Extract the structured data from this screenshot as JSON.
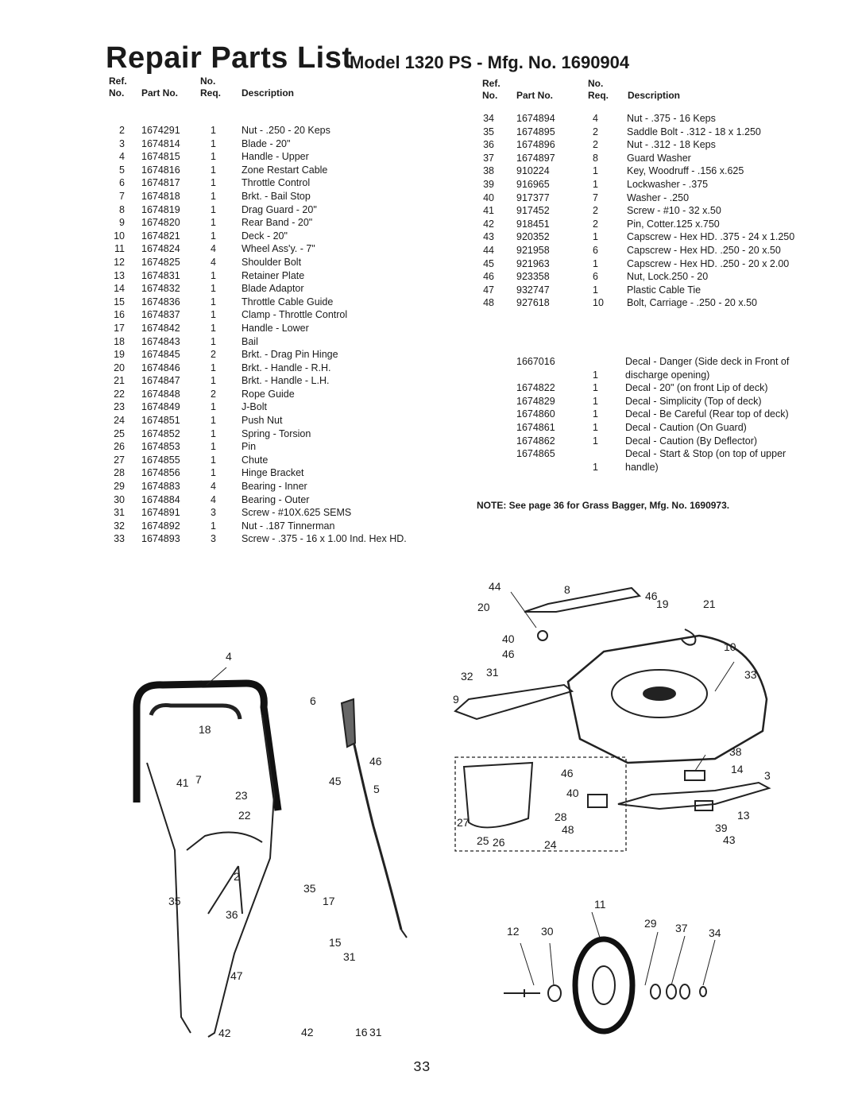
{
  "header": {
    "title": "Repair Parts List",
    "subtitle": "Model 1320 PS - Mfg. No. 1690904"
  },
  "columns": {
    "ref_line1": "Ref.",
    "ref_line2": "No.",
    "part": "Part No.",
    "req_line1": "No.",
    "req_line2": "Req.",
    "desc": "Description"
  },
  "left_parts": [
    {
      "ref": "2",
      "part": "1674291",
      "qty": "1",
      "desc": "Nut - .250 - 20 Keps"
    },
    {
      "ref": "3",
      "part": "1674814",
      "qty": "1",
      "desc": "Blade - 20\""
    },
    {
      "ref": "4",
      "part": "1674815",
      "qty": "1",
      "desc": "Handle - Upper"
    },
    {
      "ref": "5",
      "part": "1674816",
      "qty": "1",
      "desc": "Zone Restart Cable"
    },
    {
      "ref": "6",
      "part": "1674817",
      "qty": "1",
      "desc": "Throttle Control"
    },
    {
      "ref": "7",
      "part": "1674818",
      "qty": "1",
      "desc": "Brkt. - Bail Stop"
    },
    {
      "ref": "8",
      "part": "1674819",
      "qty": "1",
      "desc": "Drag Guard - 20\""
    },
    {
      "ref": "9",
      "part": "1674820",
      "qty": "1",
      "desc": "Rear Band - 20\""
    },
    {
      "ref": "10",
      "part": "1674821",
      "qty": "1",
      "desc": "Deck - 20\""
    },
    {
      "ref": "11",
      "part": "1674824",
      "qty": "4",
      "desc": "Wheel Ass'y. - 7\""
    },
    {
      "ref": "12",
      "part": "1674825",
      "qty": "4",
      "desc": "Shoulder Bolt"
    },
    {
      "ref": "13",
      "part": "1674831",
      "qty": "1",
      "desc": "Retainer Plate"
    },
    {
      "ref": "14",
      "part": "1674832",
      "qty": "1",
      "desc": "Blade Adaptor"
    },
    {
      "ref": "15",
      "part": "1674836",
      "qty": "1",
      "desc": "Throttle Cable Guide"
    },
    {
      "ref": "16",
      "part": "1674837",
      "qty": "1",
      "desc": "Clamp - Throttle Control"
    },
    {
      "ref": "17",
      "part": "1674842",
      "qty": "1",
      "desc": "Handle - Lower"
    },
    {
      "ref": "18",
      "part": "1674843",
      "qty": "1",
      "desc": "Bail"
    },
    {
      "ref": "19",
      "part": "1674845",
      "qty": "2",
      "desc": "Brkt. - Drag Pin Hinge"
    },
    {
      "ref": "20",
      "part": "1674846",
      "qty": "1",
      "desc": "Brkt. - Handle - R.H."
    },
    {
      "ref": "21",
      "part": "1674847",
      "qty": "1",
      "desc": "Brkt. - Handle - L.H."
    },
    {
      "ref": "22",
      "part": "1674848",
      "qty": "2",
      "desc": "Rope Guide"
    },
    {
      "ref": "23",
      "part": "1674849",
      "qty": "1",
      "desc": "J-Bolt"
    },
    {
      "ref": "24",
      "part": "1674851",
      "qty": "1",
      "desc": "Push Nut"
    },
    {
      "ref": "25",
      "part": "1674852",
      "qty": "1",
      "desc": "Spring - Torsion"
    },
    {
      "ref": "26",
      "part": "1674853",
      "qty": "1",
      "desc": "Pin"
    },
    {
      "ref": "27",
      "part": "1674855",
      "qty": "1",
      "desc": "Chute"
    },
    {
      "ref": "28",
      "part": "1674856",
      "qty": "1",
      "desc": "Hinge Bracket"
    },
    {
      "ref": "29",
      "part": "1674883",
      "qty": "4",
      "desc": "Bearing - Inner"
    },
    {
      "ref": "30",
      "part": "1674884",
      "qty": "4",
      "desc": "Bearing - Outer"
    },
    {
      "ref": "31",
      "part": "1674891",
      "qty": "3",
      "desc": "Screw - #10X.625 SEMS"
    },
    {
      "ref": "32",
      "part": "1674892",
      "qty": "1",
      "desc": "Nut - .187 Tinnerman"
    },
    {
      "ref": "33",
      "part": "1674893",
      "qty": "3",
      "desc": "Screw - .375 - 16 x 1.00 Ind. Hex HD."
    }
  ],
  "right_parts": [
    {
      "ref": "34",
      "part": "1674894",
      "qty": "4",
      "desc": "Nut - .375 - 16 Keps"
    },
    {
      "ref": "35",
      "part": "1674895",
      "qty": "2",
      "desc": "Saddle Bolt - .312 - 18 x 1.250"
    },
    {
      "ref": "36",
      "part": "1674896",
      "qty": "2",
      "desc": "Nut - .312 - 18 Keps"
    },
    {
      "ref": "37",
      "part": "1674897",
      "qty": "8",
      "desc": "Guard Washer"
    },
    {
      "ref": "38",
      "part": "910224",
      "qty": "1",
      "desc": "Key, Woodruff - .156 x.625"
    },
    {
      "ref": "39",
      "part": "916965",
      "qty": "1",
      "desc": "Lockwasher - .375"
    },
    {
      "ref": "40",
      "part": "917377",
      "qty": "7",
      "desc": "Washer - .250"
    },
    {
      "ref": "41",
      "part": "917452",
      "qty": "2",
      "desc": "Screw - #10 - 32 x.50"
    },
    {
      "ref": "42",
      "part": "918451",
      "qty": "2",
      "desc": "Pin, Cotter.125 x.750"
    },
    {
      "ref": "43",
      "part": "920352",
      "qty": "1",
      "desc": "Capscrew - Hex HD. .375 - 24 x 1.250"
    },
    {
      "ref": "44",
      "part": "921958",
      "qty": "6",
      "desc": "Capscrew - Hex HD. .250 - 20 x.50"
    },
    {
      "ref": "45",
      "part": "921963",
      "qty": "1",
      "desc": "Capscrew - Hex HD. .250 - 20 x 2.00"
    },
    {
      "ref": "46",
      "part": "923358",
      "qty": "6",
      "desc": "Nut, Lock.250 - 20"
    },
    {
      "ref": "47",
      "part": "932747",
      "qty": "1",
      "desc": "Plastic Cable Tie"
    },
    {
      "ref": "48",
      "part": "927618",
      "qty": "10",
      "desc": "Bolt, Carriage - .250 - 20 x.50"
    }
  ],
  "decals": [
    {
      "part": "1667016",
      "qty": "",
      "desc": "Decal - Danger (Side deck in Front of"
    },
    {
      "part": "",
      "qty": "1",
      "desc": "discharge opening)"
    },
    {
      "part": "1674822",
      "qty": "1",
      "desc": "Decal - 20\" (on front Lip of deck)"
    },
    {
      "part": "1674829",
      "qty": "1",
      "desc": "Decal - Simplicity (Top of deck)"
    },
    {
      "part": "1674860",
      "qty": "1",
      "desc": "Decal - Be Careful (Rear top of deck)"
    },
    {
      "part": "1674861",
      "qty": "1",
      "desc": "Decal - Caution (On Guard)"
    },
    {
      "part": "1674862",
      "qty": "1",
      "desc": "Decal - Caution (By Deflector)"
    },
    {
      "part": "1674865",
      "qty": "",
      "desc": "Decal - Start & Stop (on top of upper"
    },
    {
      "part": "",
      "qty": "1",
      "desc": "handle)"
    }
  ],
  "note": "NOTE: See page 36 for Grass Bagger, Mfg. No. 1690973.",
  "page_number": "33",
  "diagram_callouts": {
    "handle": [
      "4",
      "18",
      "41",
      "7",
      "23",
      "22",
      "2",
      "35",
      "36",
      "35",
      "47",
      "42",
      "6",
      "45",
      "46",
      "5",
      "17",
      "15",
      "31",
      "42",
      "16",
      "31"
    ],
    "deck": [
      "44",
      "8",
      "46",
      "20",
      "19",
      "21",
      "40",
      "46",
      "10",
      "32",
      "31",
      "33",
      "9",
      "38",
      "46",
      "14",
      "3",
      "40",
      "27",
      "28",
      "48",
      "13",
      "39",
      "25",
      "26",
      "24",
      "43"
    ],
    "wheel": [
      "11",
      "12",
      "30",
      "29",
      "37",
      "34"
    ]
  }
}
